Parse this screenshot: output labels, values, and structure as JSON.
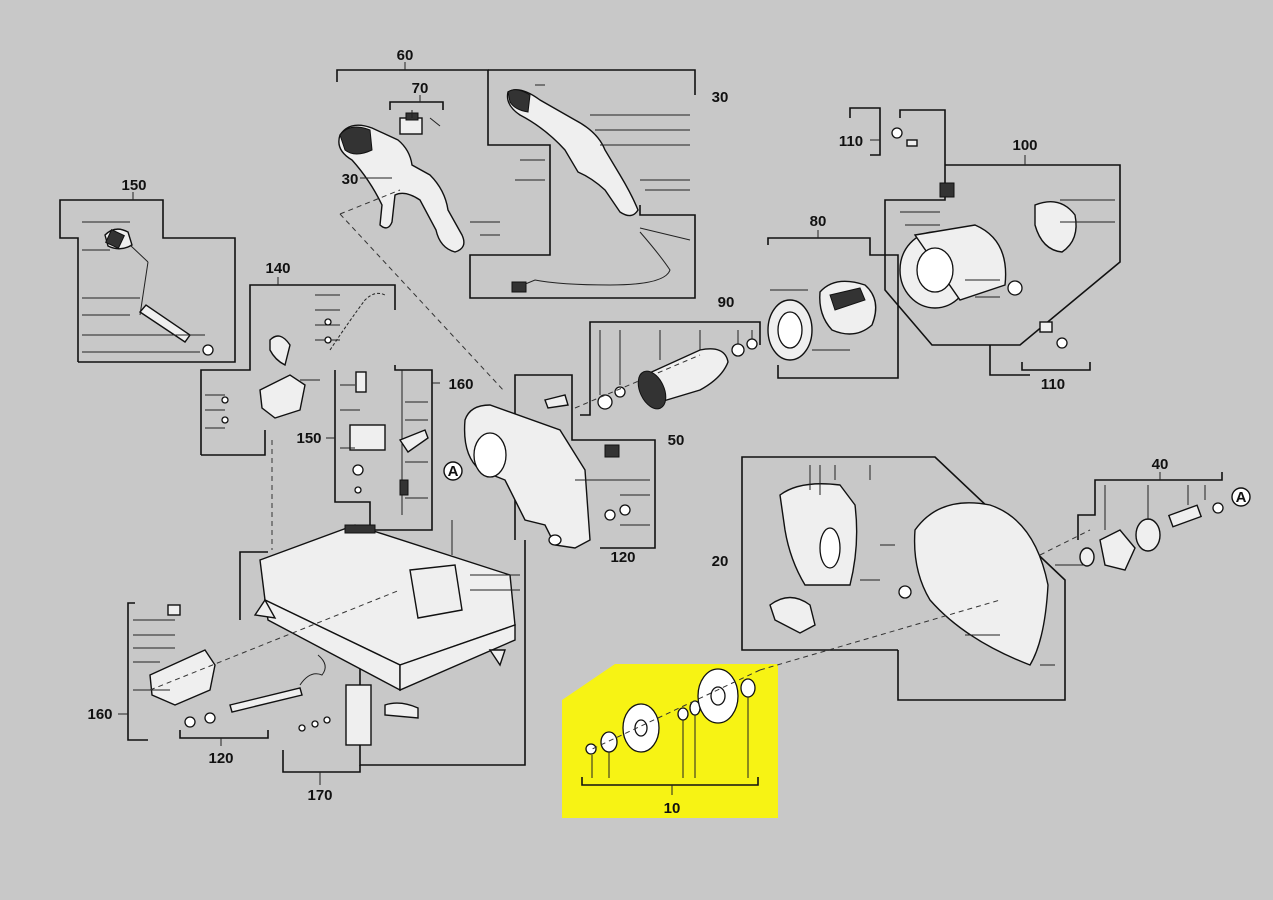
{
  "diagram": {
    "highlight_color": "#f7f314",
    "background_color": "#c8c8c8",
    "callouts": {
      "c60": "60",
      "c70": "70",
      "c30a": "30",
      "c30b": "30",
      "c150a": "150",
      "c140": "140",
      "c110a": "110",
      "c100": "100",
      "c80": "80",
      "c90": "90",
      "c160a": "160",
      "c150b": "150",
      "c50": "50",
      "c120a": "120",
      "c40": "40",
      "c20": "20",
      "c160b": "160",
      "c120b": "120",
      "c170": "170",
      "c10": "10",
      "c110b": "110"
    },
    "markers": {
      "a1": "A",
      "a2": "A"
    }
  }
}
